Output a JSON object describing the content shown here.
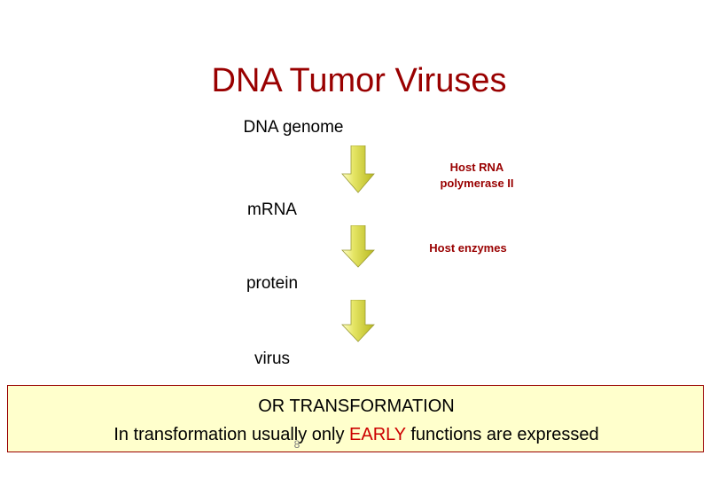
{
  "slide": {
    "title": "DNA Tumor Viruses",
    "flow": {
      "steps": [
        {
          "label": "DNA genome"
        },
        {
          "label": "mRNA"
        },
        {
          "label": "protein"
        },
        {
          "label": "virus"
        }
      ],
      "annotations": [
        {
          "label": "Host RNA\npolymerase II"
        },
        {
          "label": "Host enzymes"
        }
      ],
      "arrow_icons": [
        "down-arrow-icon",
        "down-arrow-icon",
        "down-arrow-icon"
      ]
    },
    "callout": {
      "line1": "OR TRANSFORMATION",
      "line2_before": "In transformation usually only ",
      "line2_highlight": "EARLY",
      "line2_after": " functions are expressed"
    },
    "page_number": "8",
    "colors": {
      "title": "#990000",
      "annotation": "#990000",
      "arrow_fill": "#cccc33",
      "callout_bg": "#ffffcc",
      "callout_border": "#990000",
      "highlight": "#cc0000"
    }
  }
}
